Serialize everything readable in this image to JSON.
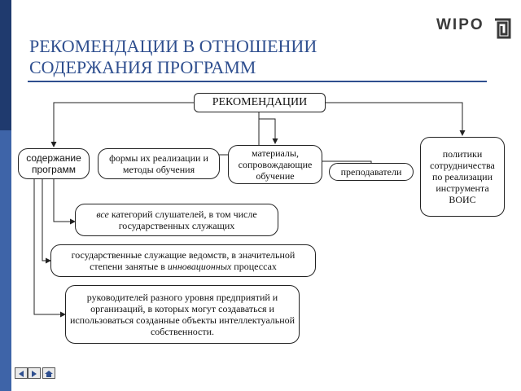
{
  "slide": {
    "title_line1": "РЕКОМЕНДАЦИИ В ОТНОШЕНИИ",
    "title_line2": "СОДЕРЖАНИЯ ПРОГРАММ",
    "logo_text": "WIPO",
    "accent_color": "#2f4f8f",
    "sidebar_colors": [
      "#1f3a6e",
      "#3e64a8"
    ]
  },
  "diagram": {
    "root": "РЕКОМЕНДАЦИИ",
    "content_programs": "содержание программ",
    "forms_methods": "формы их реализации и методы обучения",
    "materials": "материалы, сопровождающие обучение",
    "teachers": "преподаватели",
    "policy": "политики сотрудничества по реализации инструмента ВОИС",
    "all_categories": {
      "em": "все",
      "rest": " категорий слушателей, в том числе государственных служащих"
    },
    "civil_servants": {
      "before": "государственные служащие ведомств, в значительной степени занятые в ",
      "em": "инновационных",
      "after": " процессах"
    },
    "managers": "руководителей разного уровня предприятий и организаций, в которых могут создаваться и использоваться созданные объекты интеллектуальной собственности."
  },
  "nav": {
    "icons": [
      "arrow-left-icon",
      "arrow-right-icon",
      "home-icon"
    ]
  }
}
